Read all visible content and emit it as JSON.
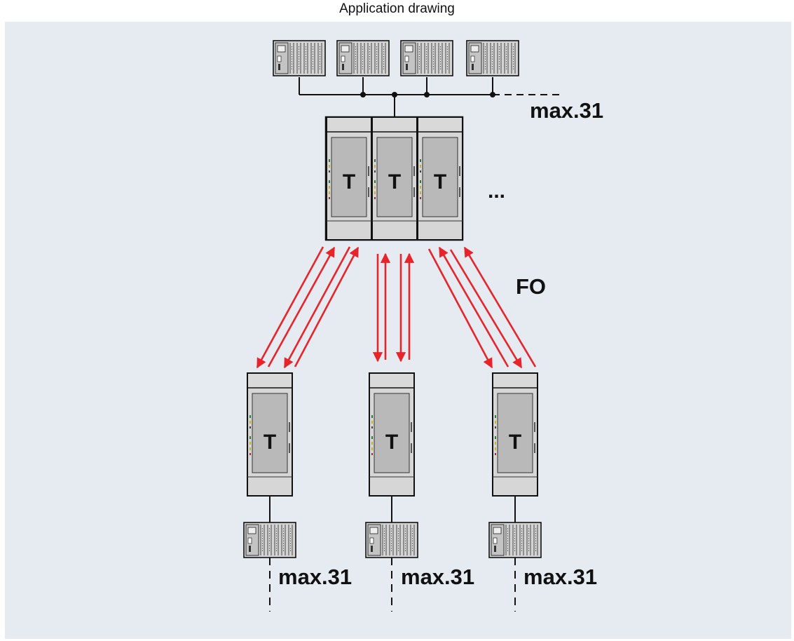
{
  "title": "Application drawing",
  "labels": {
    "bus_max_top": "max.31",
    "ellipsis": "...",
    "fiber": "FO",
    "bus_max_left": "max.31",
    "bus_max_mid": "max.31",
    "bus_max_right": "max.31"
  },
  "modules": {
    "top_1": "T",
    "top_2": "T",
    "top_3": "T",
    "bottom_left": "T",
    "bottom_mid": "T",
    "bottom_right": "T"
  },
  "colors": {
    "background": "#e5ebf1",
    "arrow": "#e8232a",
    "device_body": "#b9b9b9",
    "device_light": "#d9d9d9",
    "outline": "#111111"
  }
}
